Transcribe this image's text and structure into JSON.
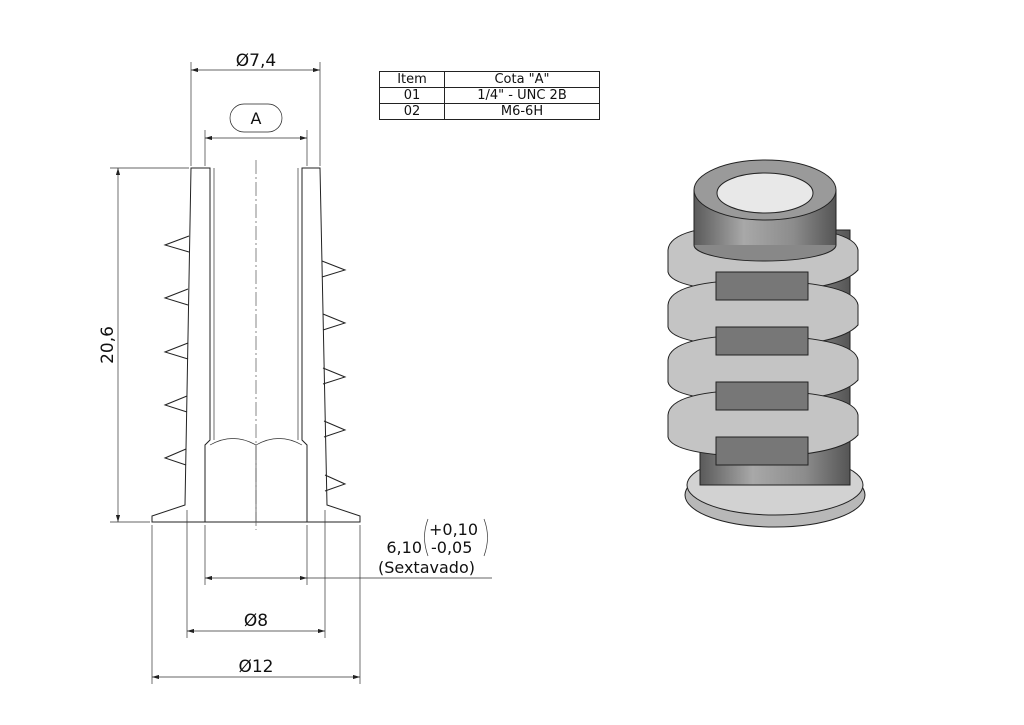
{
  "dimensions": {
    "top_diameter": "Ø7,4",
    "thread_label": "A",
    "height": "20,6",
    "hex_size": "6,10",
    "hex_tol_upper": "+0,10",
    "hex_tol_lower": "-0,05",
    "hex_note": "(Sextavado)",
    "body_diameter": "Ø8",
    "flange_diameter": "Ø12"
  },
  "table": {
    "headers": [
      "Item",
      "Cota \"A\""
    ],
    "rows": [
      {
        "item": "01",
        "cota": "1/4\"  - UNC 2B"
      },
      {
        "item": "02",
        "cota": "M6-6H"
      }
    ]
  },
  "colors": {
    "line": "#222222",
    "render": "#8a8a8a"
  }
}
